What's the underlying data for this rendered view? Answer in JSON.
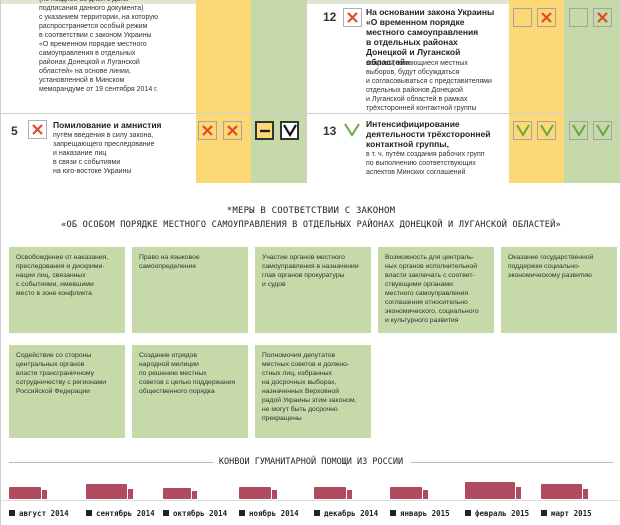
{
  "colors": {
    "yellow": "#fcd876",
    "green": "#c5d9a9",
    "red": "#e04a2b",
    "truck": "#b04a5e"
  },
  "row4_left": {
    "text": "(не позднее 30 дней с даты\nподписания данного документа)\nс указанием территории, на которую\nраспространяется особый режим\nв соответствии с законом Украины\n«О временном порядке местного\nсамоуправления в отдельных\nрайонах Донецкой и Луганской\nобластей» на основе линии,\nустановленной в Минском\nмеморандуме от 19 сентября 2014 г."
  },
  "row12": {
    "number": "12",
    "title": "На основании закона Украины\n«О временном порядке\nместного самоуправления\nв отдельных районах\nДонецкой и Луганской областей»",
    "text": "вопросы, касающиеся местных\nвыборов, будут обсуждаться\nи согласовываться с представителями\nотдельных районов Донецкой\nи Луганской областей в рамках\nтрёхсторонней контактной группы",
    "marks": [
      "empty-yellow",
      "x-yellow",
      "empty-green",
      "x-green"
    ]
  },
  "row5": {
    "number": "5",
    "title": "Помилование и амнистия",
    "text": "путём введения в силу закона,\nзапрещающего преследование\nи наказание лиц\nв связи с событиями\nна юго-востоке Украины",
    "marks": [
      "x-yellow",
      "x-yellow",
      "dash-green",
      "check-dark"
    ]
  },
  "row13": {
    "number": "13",
    "title": "Интенсифицирование\nдеятельности трёхсторонней\nконтактной группы,",
    "text": "в т. ч. путём создания рабочих групп\nпо выполнению соответствующих\nаспектов Минских соглашений",
    "marks": [
      "check-yellow",
      "check-yellow",
      "check-green",
      "check-green"
    ]
  },
  "measures": {
    "title1": "*МЕРЫ В СООТВЕТСТВИИ С ЗАКОНОМ",
    "title2": "«ОБ ОСОБОМ ПОРЯДКЕ МЕСТНОГО САМОУПРАВЛЕНИЯ В ОТДЕЛЬНЫХ РАЙОНАХ ДОНЕЦКОЙ И ЛУГАНСКОЙ ОБЛАСТЕЙ»",
    "cards": [
      "Освобождение от наказания,\nпреследования и дискрими-\nнации лиц, связанных\nс событиями, имевшими\nместо в зоне конфликта",
      "Право на языковое\nсамоопределение",
      "Участие органов местного\nсамоуправления в назначении\nглав органов прокуратуры\nи судов",
      "Возможность для централь-\nных органов исполнительной\nвласти заключать с соответ-\nствующими органами\nместного самоуправления\nсоглашения относительно\nэкономического, социального\nи культурного развития",
      "Оказание государственной\nподдержки социально-\nэкономическому развитию",
      "Содействие со стороны\nцентральных органов\nвласти трансграничному\nсотрудничеству с регионами\nРоссийской Федерации",
      "Создание отрядов\nнародной милиции\nпо решению местных\nсоветов с целью поддержания\nобщественного порядка",
      "Полномочия депутатов\nместных советов и должно-\nстных лиц, избранных\nна досрочных выборах,\nназначенных Верховной\nрадой Украины этим законом,\nне могут быть досрочно\nпрекращены"
    ]
  },
  "convoys": {
    "title": "КОНВОИ ГУМАНИТАРНОЙ ПОМОЩИ ИЗ РОССИИ",
    "months": [
      {
        "label": "август 2014",
        "size": 2
      },
      {
        "label": "сентябрь 2014",
        "size": 3
      },
      {
        "label": "октябрь 2014",
        "size": 1.5
      },
      {
        "label": "ноябрь 2014",
        "size": 2
      },
      {
        "label": "декабрь 2014",
        "size": 2
      },
      {
        "label": "январь 2015",
        "size": 2
      },
      {
        "label": "февраль 2015",
        "size": 4
      },
      {
        "label": "март 2015",
        "size": 3
      }
    ]
  }
}
